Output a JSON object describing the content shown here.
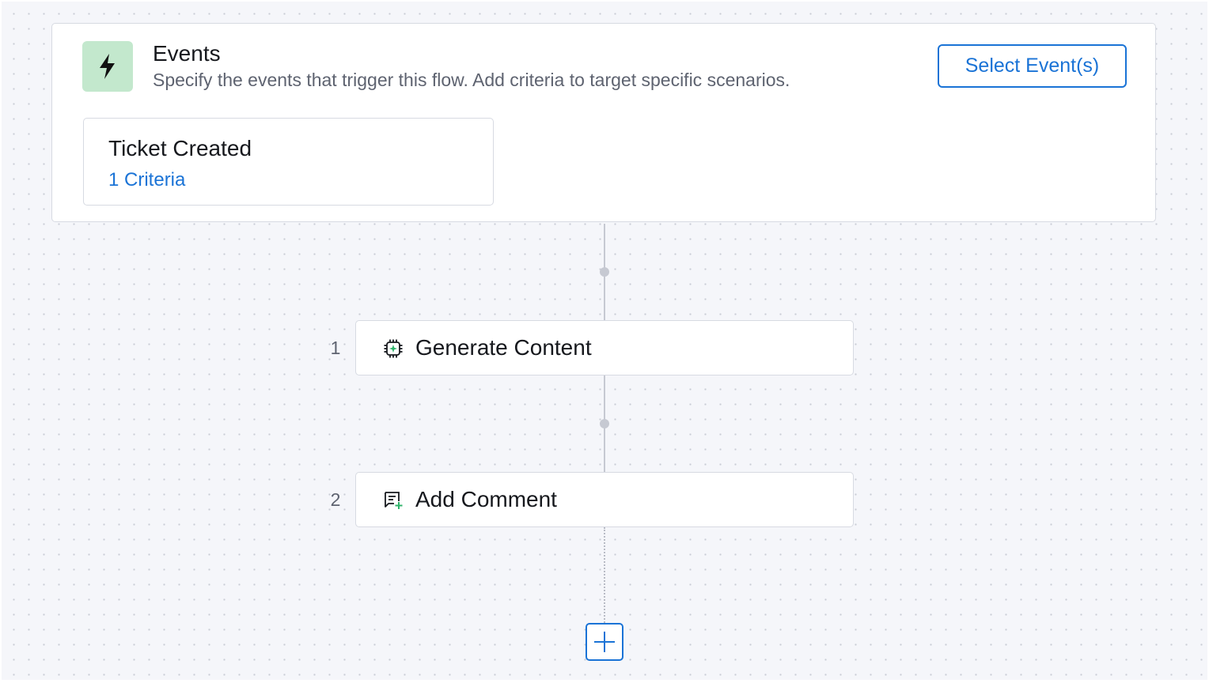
{
  "events": {
    "icon": "lightning-icon",
    "title": "Events",
    "description": "Specify the events that trigger this flow. Add criteria to target specific scenarios.",
    "select_button": "Select Event(s)",
    "items": [
      {
        "title": "Ticket Created",
        "criteria": "1 Criteria"
      }
    ]
  },
  "steps": [
    {
      "number": "1",
      "label": "Generate Content",
      "icon": "ai-chip-icon"
    },
    {
      "number": "2",
      "label": "Add Comment",
      "icon": "add-comment-icon"
    }
  ],
  "add_step": {
    "icon": "plus-icon"
  },
  "colors": {
    "accent": "#1a73d6",
    "events_icon_bg": "#c3e8cd",
    "icon_green": "#2fb36b"
  }
}
